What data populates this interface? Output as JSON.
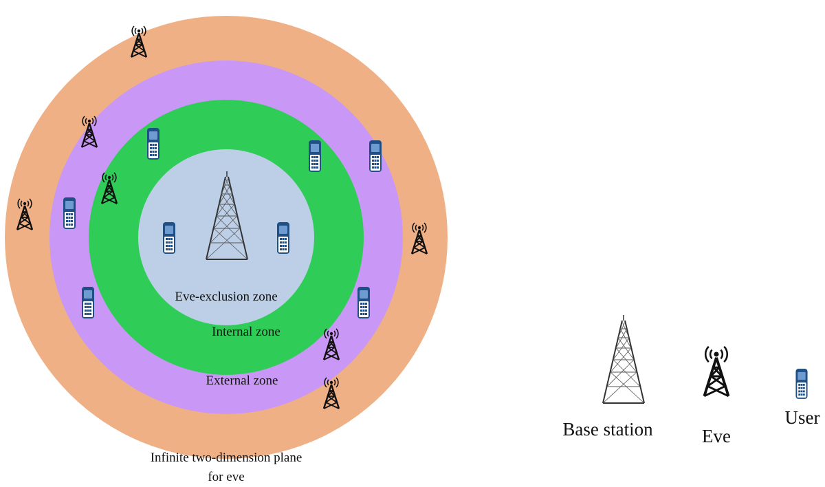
{
  "zones": {
    "outer_label_line1": "Infinite two-dimension plane",
    "outer_label_line2": "for eve",
    "external_label": "External zone",
    "internal_label": "Internal zone",
    "exclusion_label": "Eve-exclusion zone"
  },
  "colors": {
    "outer_ring": "#f0b085",
    "external_ring": "#c997f5",
    "internal_ring": "#2fcc58",
    "exclusion_disk": "#bccfe6",
    "user_device": "#1f4f85"
  },
  "legend": {
    "base_station_label": "Base station",
    "eve_label": "Eve",
    "user_label": "User"
  },
  "icons": {
    "base_station": "tower-icon",
    "eve": "antenna-icon",
    "user": "mobile-phone-icon"
  }
}
